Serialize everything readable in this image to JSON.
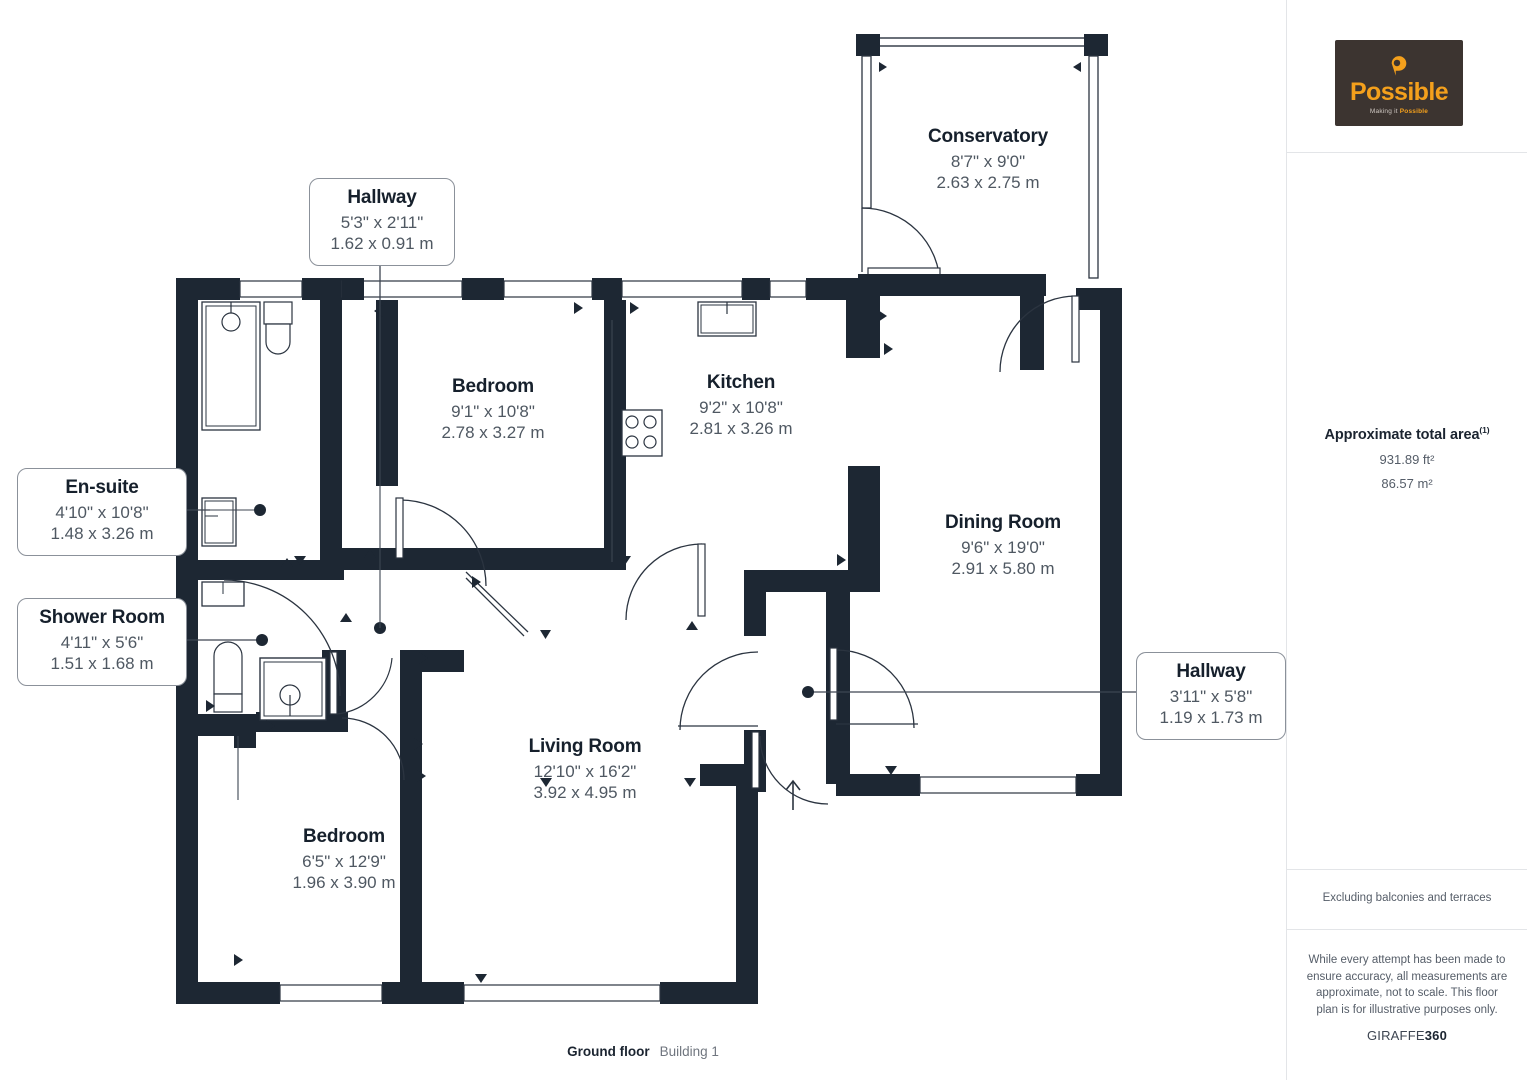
{
  "document": {
    "type": "floor-plan",
    "footer": {
      "floor": "Ground floor",
      "building": "Building 1"
    }
  },
  "logo": {
    "wordmark": "Possible",
    "tagline_prefix": "Making it ",
    "tagline_brand": "Possible",
    "background": "#3c3430",
    "accent": "#f4a01c"
  },
  "side_panel": {
    "area_title": "Approximate total area",
    "area_title_superscript": "(1)",
    "area_sqft": "931.89 ft²",
    "area_sqm": "86.57 m²",
    "excluding_note": "Excluding balconies and terraces",
    "disclaimer": "While every attempt has been made to ensure accuracy, all measurements are approximate, not to scale. This floor plan is for illustrative purposes only.",
    "brand_prefix": "GIRAFFE",
    "brand_suffix": "360"
  },
  "rooms": [
    {
      "id": "hallway-top",
      "name": "Hallway",
      "dim_imperial": "5'3\" x 2'11\"",
      "dim_metric": "1.62 x 0.91 m",
      "boxed": true
    },
    {
      "id": "conservatory",
      "name": "Conservatory",
      "dim_imperial": "8'7\" x 9'0\"",
      "dim_metric": "2.63 x 2.75 m",
      "boxed": false
    },
    {
      "id": "bedroom-top",
      "name": "Bedroom",
      "dim_imperial": "9'1\" x 10'8\"",
      "dim_metric": "2.78 x 3.27 m",
      "boxed": false
    },
    {
      "id": "kitchen",
      "name": "Kitchen",
      "dim_imperial": "9'2\" x 10'8\"",
      "dim_metric": "2.81 x 3.26 m",
      "boxed": false
    },
    {
      "id": "en-suite",
      "name": "En-suite",
      "dim_imperial": "4'10\" x 10'8\"",
      "dim_metric": "1.48 x 3.26 m",
      "boxed": true
    },
    {
      "id": "dining-room",
      "name": "Dining Room",
      "dim_imperial": "9'6\" x 19'0\"",
      "dim_metric": "2.91 x 5.80 m",
      "boxed": false
    },
    {
      "id": "shower-room",
      "name": "Shower Room",
      "dim_imperial": "4'11\" x 5'6\"",
      "dim_metric": "1.51 x 1.68 m",
      "boxed": true
    },
    {
      "id": "hallway-right",
      "name": "Hallway",
      "dim_imperial": "3'11\" x 5'8\"",
      "dim_metric": "1.19 x 1.73 m",
      "boxed": true
    },
    {
      "id": "living-room",
      "name": "Living Room",
      "dim_imperial": "12'10\" x 16'2\"",
      "dim_metric": "3.92 x 4.95 m",
      "boxed": false
    },
    {
      "id": "bedroom-bottom",
      "name": "Bedroom",
      "dim_imperial": "6'5\" x 12'9\"",
      "dim_metric": "1.96 x 3.90 m",
      "boxed": false
    }
  ],
  "colors": {
    "wall": "#1d2733",
    "label_name": "#16202c",
    "label_dim": "#4f5862",
    "panel_border": "#e3e5e8"
  }
}
